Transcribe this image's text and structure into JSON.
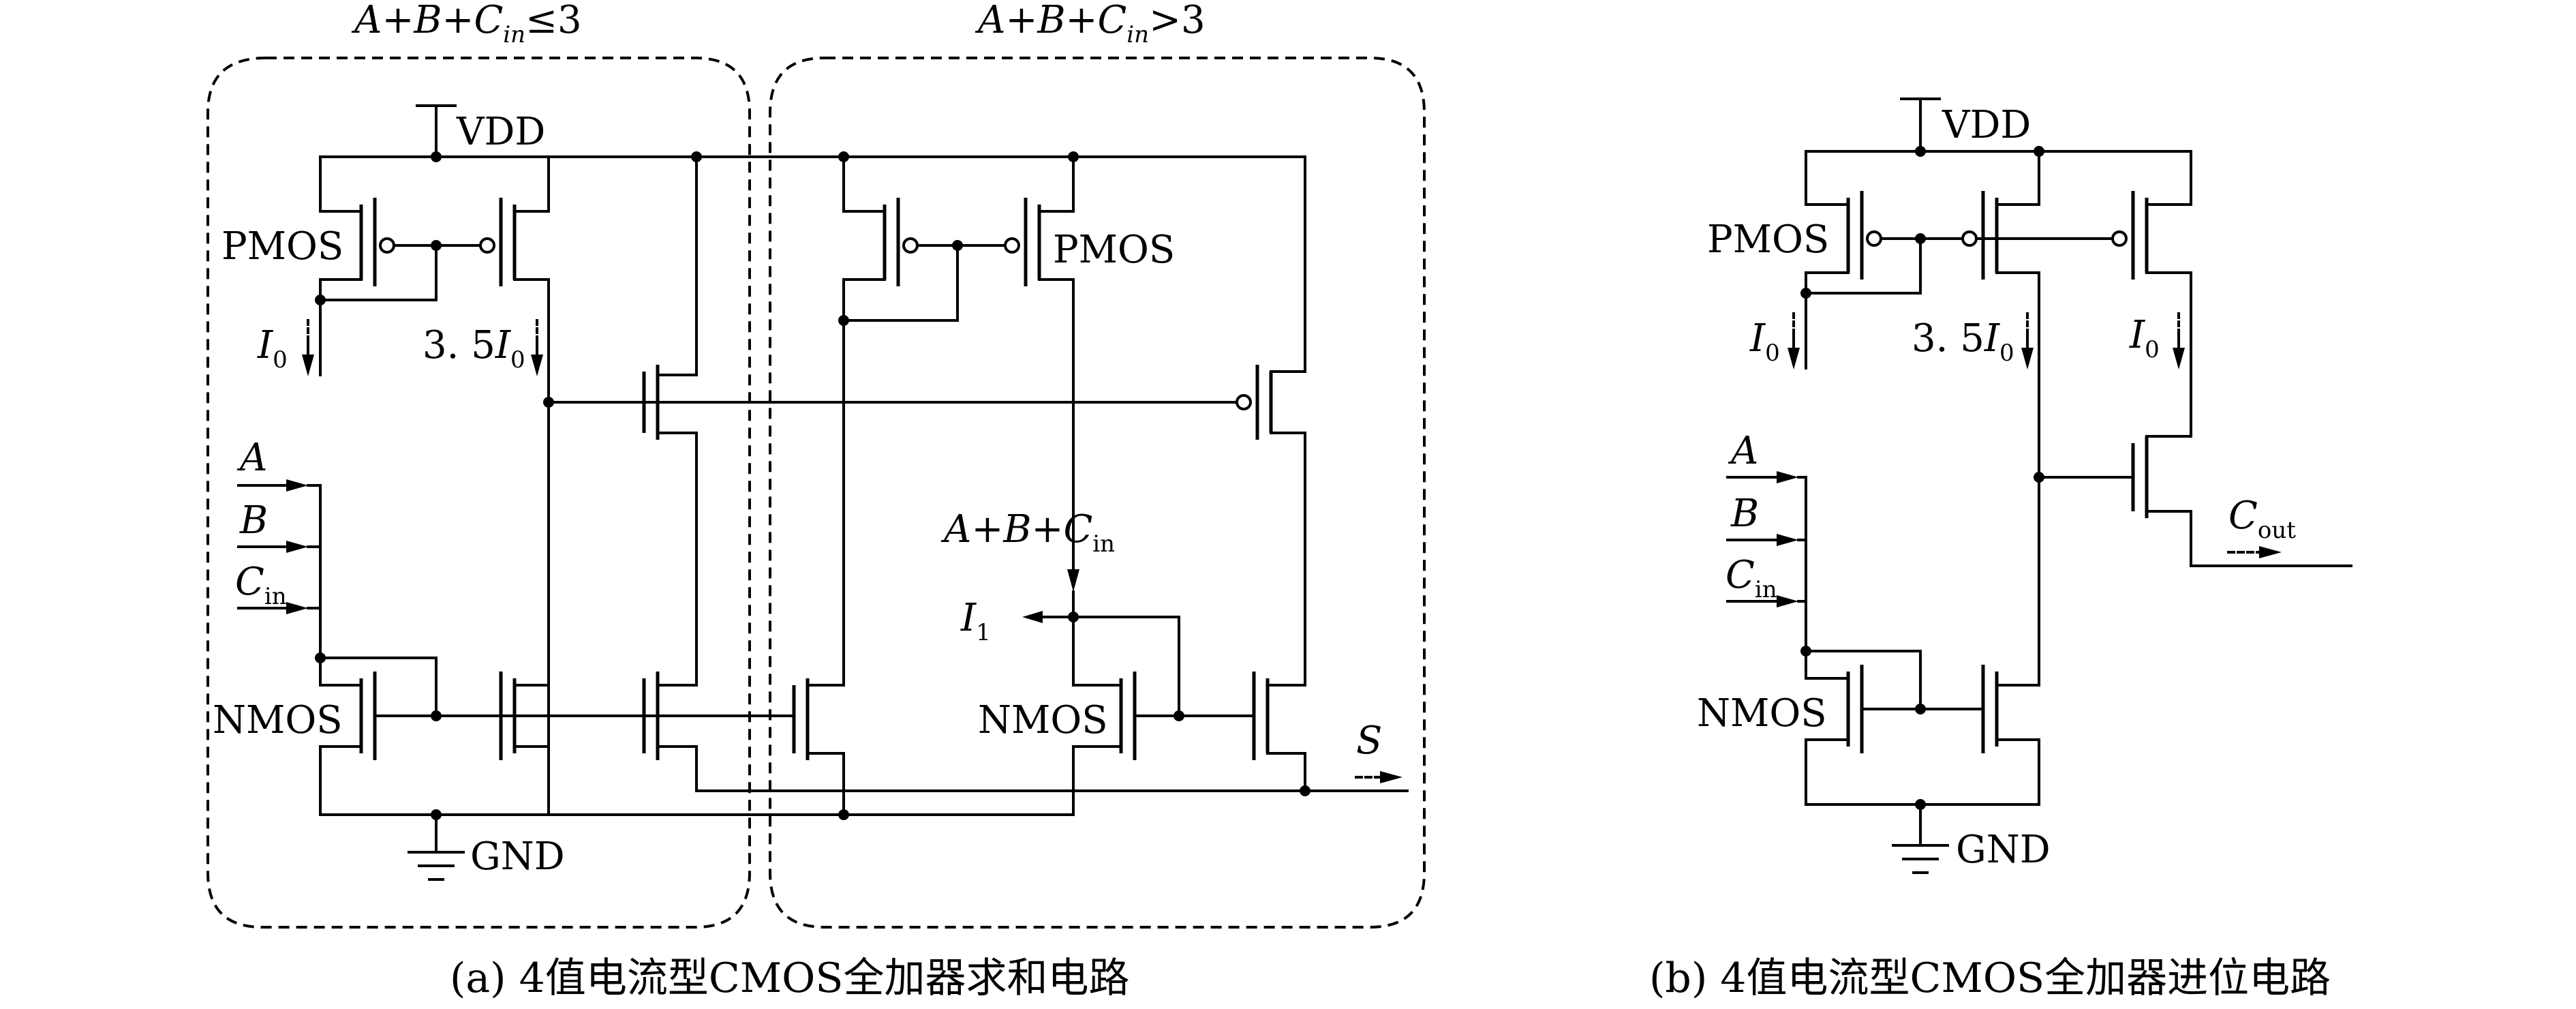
{
  "figure_a": {
    "caption": "(a) 4值电流型CMOS全加器求和电路",
    "region_left_label": "A+B+Cin≤3",
    "region_right_label": "A+B+Cin>3",
    "vdd": "VDD",
    "gnd": "GND",
    "pmos_left": "PMOS",
    "pmos_right": "PMOS",
    "nmos_left": "NMOS",
    "nmos_right": "NMOS",
    "current_i0": "I0",
    "current_35i0": "3.5I0",
    "current_i1": "I1",
    "sum_node": "A+B+Cin",
    "input_a": "A",
    "input_b": "B",
    "input_cin": "Cin",
    "output_s": "S"
  },
  "figure_b": {
    "caption": "(b) 4值电流型CMOS全加器进位电路",
    "vdd": "VDD",
    "gnd": "GND",
    "pmos": "PMOS",
    "nmos": "NMOS",
    "current_i0_left": "I0",
    "current_35i0": "3.5I0",
    "current_i0_right": "I0",
    "input_a": "A",
    "input_b": "B",
    "input_cin": "Cin",
    "output_cout": "Cout"
  }
}
